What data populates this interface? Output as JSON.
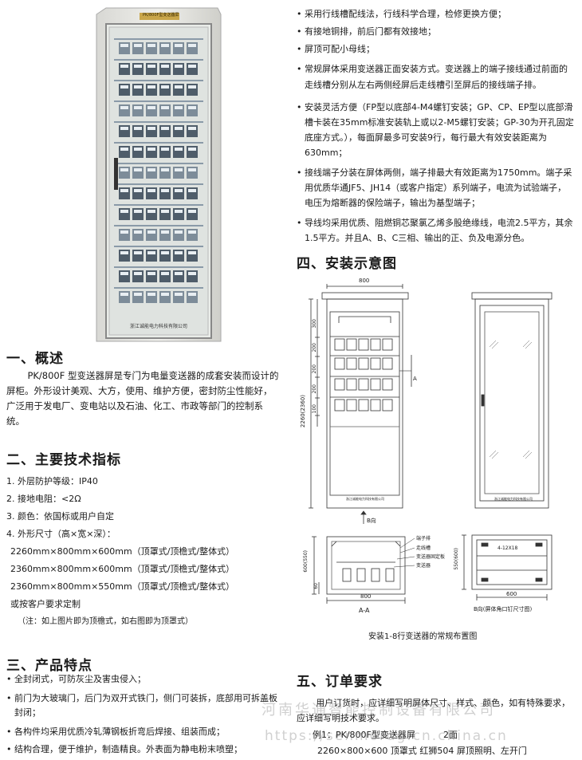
{
  "cabinet_photo": {
    "nameplate": "PK/800F型变送器屏",
    "maker": "浙江诚能电力科技有限公司"
  },
  "sec1": {
    "title": "一、概述",
    "body": "PK/800F 型变送器屏是专门为电量变送器的成套安装而设计的屏柜。外形设计美观、大方，使用、维护方便，密封防尘性能好，广泛用于发电厂、变电站以及石油、化工、市政等部门的控制系统。"
  },
  "sec2": {
    "title": "二、主要技术指标",
    "items": [
      "1.  外层防护等级：IP40",
      "2.  接地电阻：<2Ω",
      "3.  颜色：依国标或用户自定",
      "4.  外形尺寸（高×宽×深）："
    ],
    "sizes": [
      "2260mm×800mm×600mm（顶罩式/顶檐式/整体式）",
      "2360mm×800mm×600mm（顶罩式/顶檐式/整体式）",
      "2360mm×800mm×550mm（顶罩式/顶檐式/整体式）",
      "或按客户要求定制"
    ],
    "note": "（注：如上图片即为顶檐式，如右图即为顶罩式）"
  },
  "sec3": {
    "title": "三、产品特点",
    "bullets": [
      "全封闭式，可防灰尘及害虫侵入；",
      "前门为大玻璃门，后门为双开式铁门，侧门可装拆，底部用可拆盖板封闭；",
      "各构件均采用优质冷轧薄钢板折弯后焊接、组装而成；",
      "结构合理，便于维护，制造精良。外表面为静电粉末喷塑；"
    ]
  },
  "right_bullets": [
    "采用行线槽配线法，行线科学合理，检修更换方便；",
    "有接地铜排，前后门都有效接地；",
    "屏顶可配小母线；",
    "常规屏体采用变送器正面安装方式。变送器上的端子接线通过前面的走线槽分别从左右两侧经屏后走线槽引至屏后的接线端子排。",
    "安装灵活方便（FP型以底部4-M4螺钉安装；GP、CP、EP型以底部滑槽卡装在35mm标准安装轨上或以2-M5螺钉安装；GP-30为开孔固定底座方式。），每面屏最多可安装9行，每行最大有效安装距离为630mm；",
    "接线端子分装在屏体两侧，端子排最大有效距离为1750mm。端子采用优质华通JF5、JH14（或客户指定）系列端子，电流为试验端子，电压为熔断器的保险端子，输出为基型端子；",
    "导线均采用优质、阻燃铜芯聚氯乙烯多股绝缘线，电流2.5平方，其余1.5平方。并且A、B、C三相、输出的正、负及电源分色。"
  ],
  "sec4": {
    "title": "四、安装示意图",
    "dims": {
      "width": "800",
      "height": "2260(2360)",
      "d300": "300",
      "d200a": "200",
      "d200b": "200",
      "d200c": "200",
      "d100": "100",
      "depth": "600(550)",
      "d60": "60",
      "base_w": "800",
      "base_d": "550(600)",
      "d600": "600",
      "hole": "4-12X18"
    },
    "labels": {
      "a_mark": "A",
      "b_view": "B向",
      "aa": "A-A",
      "b_note": "B向(屏体角口钉尺寸图)",
      "duanzipai": "端子排",
      "zouxiancao": "走线槽",
      "bsq_guding": "变送器固定板",
      "bsq": "变送器",
      "front_name": "浙江诚能电力科技有限公司",
      "back_name": "浙江诚能电力科技有限公司"
    },
    "caption": "安装1-8行变送器的常规布置图"
  },
  "sec5": {
    "title": "五、订单要求",
    "body": "用户订货时，应详细写明屏体尺寸、样式、颜色，如有特殊要求，应详细写明技术要求。",
    "ex1_label": "例1：PK/800F型变送器屏",
    "ex1_qty": "2面",
    "ex1_spec": "2260×800×600 顶罩式  红狮504  屏顶照明、左开门"
  },
  "watermark": {
    "company": "河南华通智能控制设备有限公司",
    "url": "https://senmordg.cn.china.cn"
  }
}
